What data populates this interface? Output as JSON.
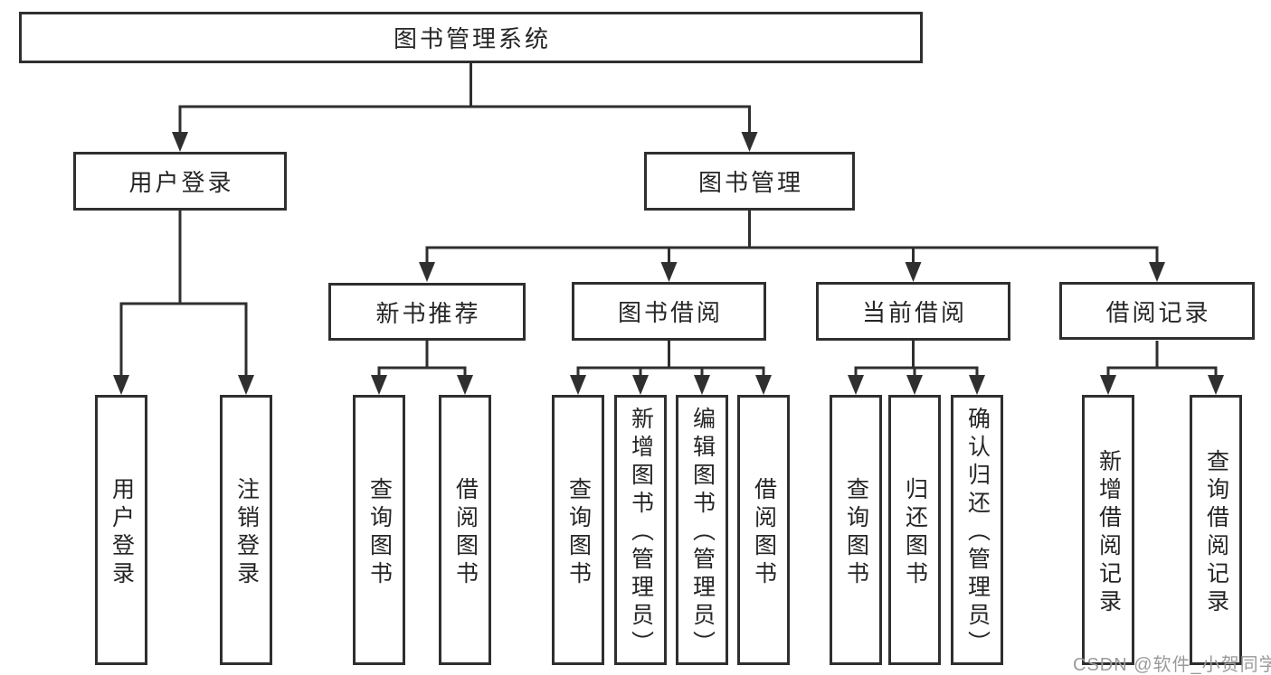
{
  "nodes": {
    "root": {
      "label": "图书管理系统"
    },
    "user_login": {
      "label": "用户登录"
    },
    "book_mgmt": {
      "label": "图书管理"
    },
    "new_books": {
      "label": "新书推荐"
    },
    "book_borrow": {
      "label": "图书借阅"
    },
    "current_borrow": {
      "label": "当前借阅"
    },
    "borrow_records": {
      "label": "借阅记录"
    },
    "leaf_user_login": {
      "label": "用户登录"
    },
    "leaf_logout": {
      "label": "注销登录"
    },
    "leaf_query_books_1": {
      "label": "查询图书"
    },
    "leaf_borrow_books_1": {
      "label": "借阅图书"
    },
    "leaf_query_books_2": {
      "label": "查询图书"
    },
    "leaf_add_books": {
      "label": "新增图书（管理员）"
    },
    "leaf_edit_books": {
      "label": "编辑图书（管理员）"
    },
    "leaf_borrow_books_2": {
      "label": "借阅图书"
    },
    "leaf_query_books_3": {
      "label": "查询图书"
    },
    "leaf_return_books": {
      "label": "归还图书"
    },
    "leaf_confirm_return": {
      "label": "确认归还（管理员）"
    },
    "leaf_add_record": {
      "label": "新增借阅记录"
    },
    "leaf_query_record": {
      "label": "查询借阅记录"
    }
  },
  "watermark": {
    "text": "CSDN @软件_小贺同学"
  },
  "colors": {
    "line": "#2f2f2f",
    "text": "#252525",
    "watermark": "#9b9b9b",
    "background": "#ffffff"
  }
}
